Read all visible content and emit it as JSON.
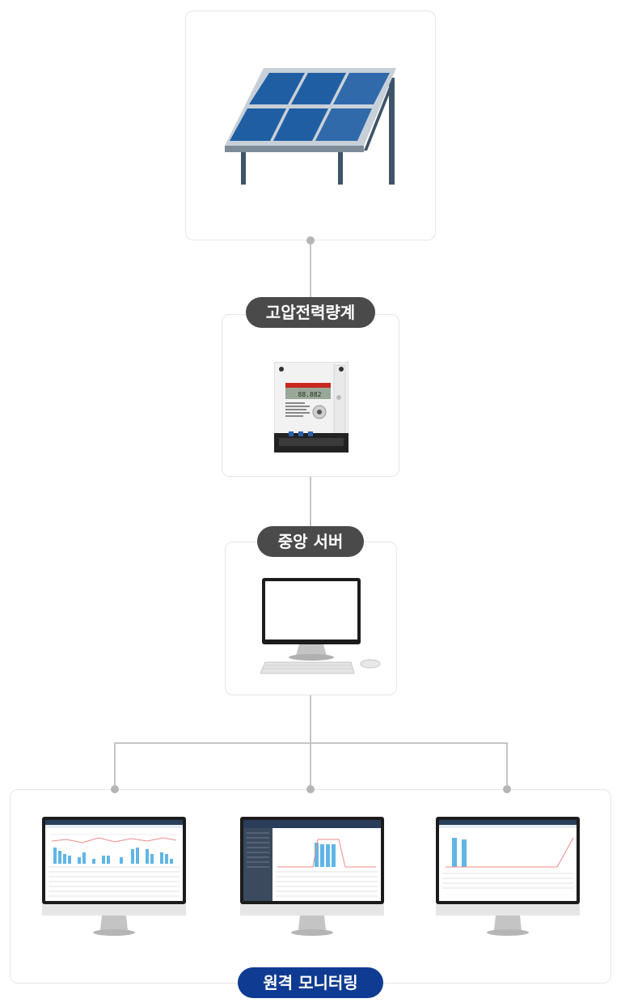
{
  "labels": {
    "meter": "고압전력량계",
    "server": "중앙 서버",
    "remote": "원격 모니터링"
  },
  "icons": {
    "solar": "solar-panel-icon",
    "meter": "power-meter-icon",
    "server": "desktop-computer-icon",
    "monitors": [
      "monitoring-screen-1-icon",
      "monitoring-screen-2-icon",
      "monitoring-screen-3-icon"
    ]
  },
  "colors": {
    "pill_dark": "#4a4a4a",
    "pill_blue": "#0f3b92",
    "panel_blue": "#1f5ea3",
    "chart_bar": "#5fb6e6"
  }
}
